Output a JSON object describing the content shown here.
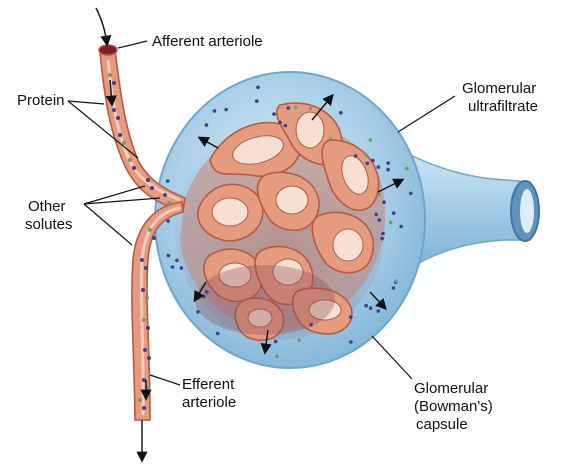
{
  "labels": {
    "afferent": "Afferent arteriole",
    "protein": "Protein",
    "other_solutes_1": "Other",
    "other_solutes_2": "solutes",
    "ultrafiltrate_1": "Glomerular",
    "ultrafiltrate_2": "ultrafiltrate",
    "efferent_1": "Efferent",
    "efferent_2": "arteriole",
    "capsule_1": "Glomerular",
    "capsule_2": "(Bowman's)",
    "capsule_3": "capsule"
  },
  "colors": {
    "capsule_fill": "#a9cfe8",
    "capsule_edge": "#6fa6cc",
    "vessel": "#e59b7e",
    "vessel_edge": "#b75a44",
    "capillary": "#d9826b",
    "lumen": "#f6dfd3",
    "dot": "#3f3f8a",
    "solute_dot": "#6aa06a"
  }
}
